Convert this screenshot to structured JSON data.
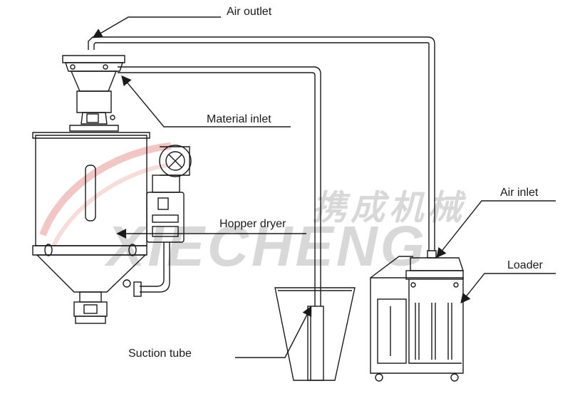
{
  "labels": {
    "air_outlet": "Air outlet",
    "material_inlet": "Material inlet",
    "air_inlet": "Air inlet",
    "hopper_dryer": "Hopper dryer",
    "loader": "Loader",
    "suction_tube": "Suction tube"
  },
  "watermark": {
    "chinese": "携成机械",
    "latin": "XIECHENG"
  },
  "colors": {
    "line": "#1a1a1a",
    "watermark_gray": "#d8d8d8",
    "watermark_red": "#f3c6c6"
  }
}
